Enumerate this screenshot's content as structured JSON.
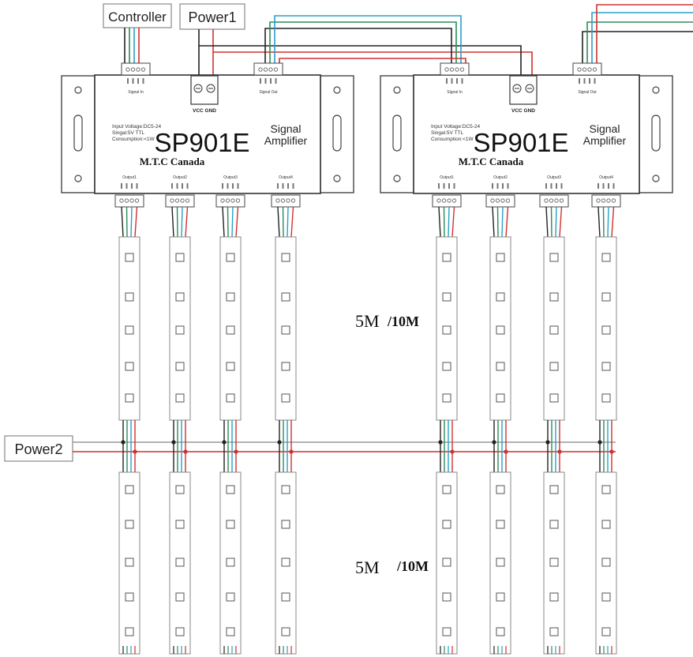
{
  "labels": {
    "controller": "Controller",
    "power1": "Power1",
    "power2": "Power2"
  },
  "amplifier": {
    "model": "SP901E",
    "title_line1": "Signal",
    "title_line2": "Amplifier",
    "spec_voltage": "Input Voltage:DC5-24",
    "spec_signal": "Singal:5V TTL",
    "spec_consumption": "Consumption:<1W",
    "brand": "M.T.C Canada",
    "signal_in": "Signal In",
    "signal_out": "Signal Out",
    "power_terminal": "VCC GND",
    "outputs": [
      "Output1",
      "Output2",
      "Output3",
      "Output4"
    ]
  },
  "strip_length": {
    "upper_main": "5M",
    "upper_alt": "/10M",
    "lower_main": "5M",
    "lower_alt": "/10M"
  },
  "colors": {
    "red_wire": "#d23030",
    "green_wire": "#2a8c5a",
    "blue_wire": "#2aa0c8",
    "black_wire": "#222222"
  }
}
